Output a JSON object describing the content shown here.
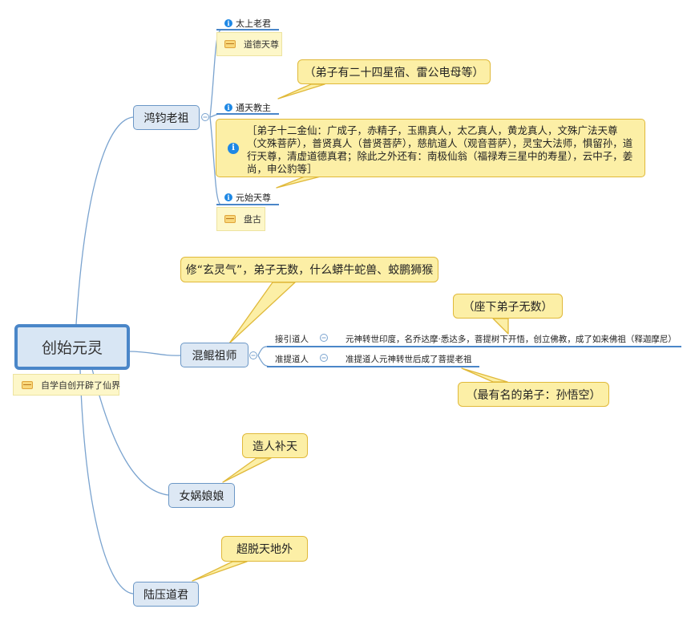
{
  "root": {
    "label": "创始元灵",
    "note": "自学自创开辟了仙界"
  },
  "hongjun": {
    "label": "鸿钧老祖",
    "children": [
      {
        "label": "太上老君",
        "note": "道德天尊"
      },
      {
        "label": "通天教主",
        "callout": "（弟子有二十四星宿、雷公电母等）"
      },
      {
        "label": "元始天尊",
        "note": "盘古",
        "callout": "［弟子十二金仙：广成子，赤精子，玉鼎真人，太乙真人，黄龙真人，文殊广法天尊（文殊菩萨），普贤真人（普贤菩萨），慈航道人（观音菩萨），灵宝大法师，惧留孙，道行天尊，清虚道德真君；除此之外还有：南极仙翁（福禄寿三星中的寿星），云中子，姜尚，申公豹等］"
      }
    ]
  },
  "hunkun": {
    "label": "混鲲祖师",
    "callout": "修“玄灵气”，弟子无数，什么蟒牛蛇兽、蛟鹏狮猴",
    "children": [
      {
        "label": "接引道人",
        "detail": "元神转世印度，名乔达摩·悉达多，菩提树下开悟，创立佛教，成了如来佛祖（释迦摩尼）",
        "callout": "（座下弟子无数）"
      },
      {
        "label": "准提道人",
        "detail": "准提道人元神转世后成了菩提老祖",
        "callout": "（最有名的弟子：孙悟空）"
      }
    ]
  },
  "nvwa": {
    "label": "女娲娘娘",
    "callout": "造人补天"
  },
  "luya": {
    "label": "陆压道君",
    "callout": "超脱天地外"
  },
  "colors": {
    "line": "#6b97c6",
    "callout_line": "#e0b93a"
  }
}
